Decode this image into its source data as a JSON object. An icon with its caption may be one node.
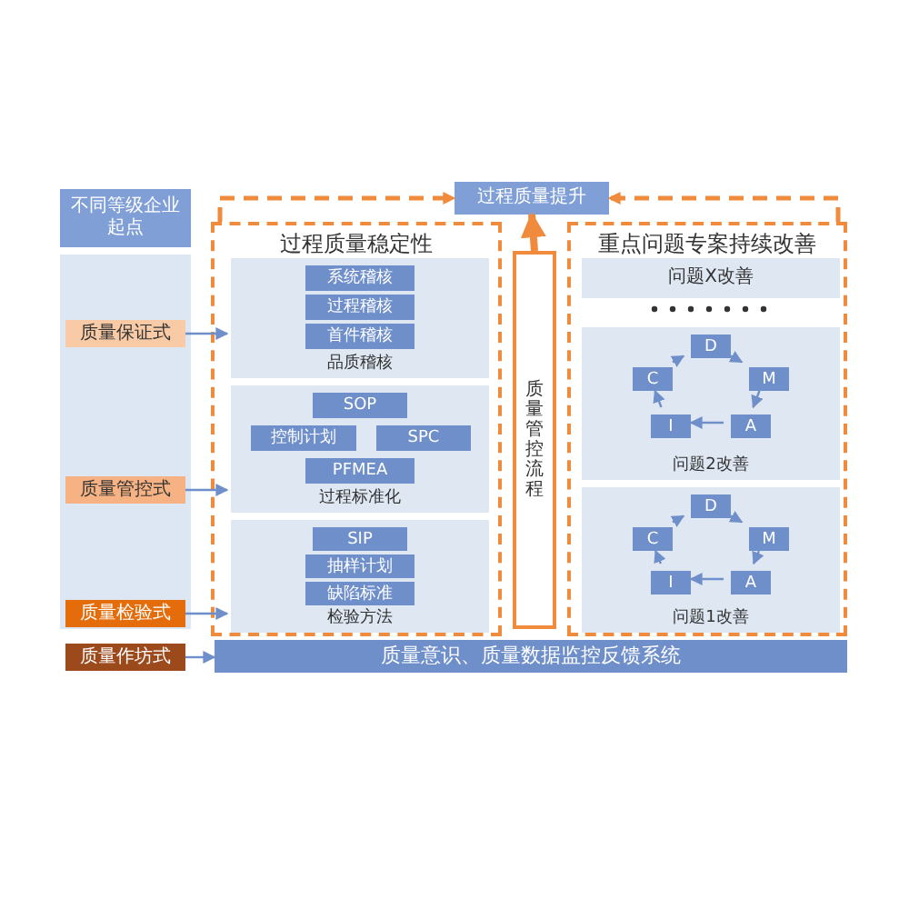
{
  "diagram": {
    "nodes": [
      {
        "text": [
          "不同等级企业起点"
        ]
      },
      {
        "text": [
          "质量保证式"
        ]
      },
      {
        "text": [
          "质量管控式"
        ]
      },
      {
        "text": [
          "质量检验式"
        ]
      },
      {
        "text": [
          "质量作坊式"
        ]
      },
      {
        "text": [
          "过程质量提升"
        ]
      },
      {
        "text": [
          "过程质量稳定性"
        ]
      },
      {
        "text": [
          "品质稽核"
        ],
        "in": 6
      },
      {
        "text": [
          "系统稽核"
        ],
        "in": 7
      },
      {
        "text": [
          "过程稽核"
        ],
        "in": 7
      },
      {
        "text": [
          "首件稽核"
        ],
        "in": 7
      },
      {
        "text": [
          "过程标准化"
        ],
        "in": 6
      },
      {
        "text": [
          "SOP"
        ],
        "in": 11
      },
      {
        "text": [
          "控制计划"
        ],
        "in": 11
      },
      {
        "text": [
          "SPC"
        ],
        "in": 11
      },
      {
        "text": [
          "PFMEA"
        ],
        "in": 11
      },
      {
        "text": [
          "检验方法"
        ],
        "in": 6
      },
      {
        "text": [
          "SIP"
        ],
        "in": 16
      },
      {
        "text": [
          "抽样计划"
        ],
        "in": 16
      },
      {
        "text": [
          "缺陷标准"
        ],
        "in": 16
      },
      {
        "text": [
          "质量管控流程"
        ]
      },
      {
        "text": [
          "重点问题专案持续改善"
        ]
      },
      {
        "text": [
          "问题X改善"
        ],
        "in": 21
      },
      {
        "text": [
          "问题2改善"
        ],
        "in": 21
      },
      {
        "text": [
          "D"
        ],
        "in": 23
      },
      {
        "text": [
          "M"
        ],
        "in": 23
      },
      {
        "text": [
          "A"
        ],
        "in": 23
      },
      {
        "text": [
          "I"
        ],
        "in": 23
      },
      {
        "text": [
          "C"
        ],
        "in": 23
      },
      {
        "text": [
          "问题1改善"
        ],
        "in": 21
      },
      {
        "text": [
          "D"
        ],
        "in": 29
      },
      {
        "text": [
          "M"
        ],
        "in": 29
      },
      {
        "text": [
          "A"
        ],
        "in": 29
      },
      {
        "text": [
          "I"
        ],
        "in": 29
      },
      {
        "text": [
          "C"
        ],
        "in": 29
      },
      {
        "text": [
          "质量意识、质量数据监控反馈系统"
        ]
      }
    ],
    "edges": [
      {
        "from": 1,
        "to": 7,
        "arrow": "to"
      },
      {
        "from": 2,
        "to": 11,
        "arrow": "to"
      },
      {
        "from": 3,
        "to": 16,
        "arrow": "to"
      },
      {
        "from": 4,
        "to": 35,
        "arrow": "to"
      },
      {
        "from": 6,
        "to": 5,
        "arrow": "to",
        "style": "dashed",
        "color": "#f08a3c"
      },
      {
        "from": 21,
        "to": 5,
        "arrow": "to",
        "style": "dashed",
        "color": "#f08a3c"
      },
      {
        "from": 20,
        "to": 5,
        "arrow": "to",
        "style": "thick",
        "color": "#f08a3c"
      },
      {
        "from": 24,
        "to": 25,
        "arrow": "to"
      },
      {
        "from": 25,
        "to": 26,
        "arrow": "to"
      },
      {
        "from": 26,
        "to": 27,
        "arrow": "to"
      },
      {
        "from": 27,
        "to": 28,
        "arrow": "to"
      },
      {
        "from": 28,
        "to": 24,
        "arrow": "to"
      },
      {
        "from": 30,
        "to": 31,
        "arrow": "to"
      },
      {
        "from": 31,
        "to": 32,
        "arrow": "to"
      },
      {
        "from": 32,
        "to": 33,
        "arrow": "to"
      },
      {
        "from": 33,
        "to": 34,
        "arrow": "to"
      },
      {
        "from": 34,
        "to": 30,
        "arrow": "to"
      }
    ]
  }
}
